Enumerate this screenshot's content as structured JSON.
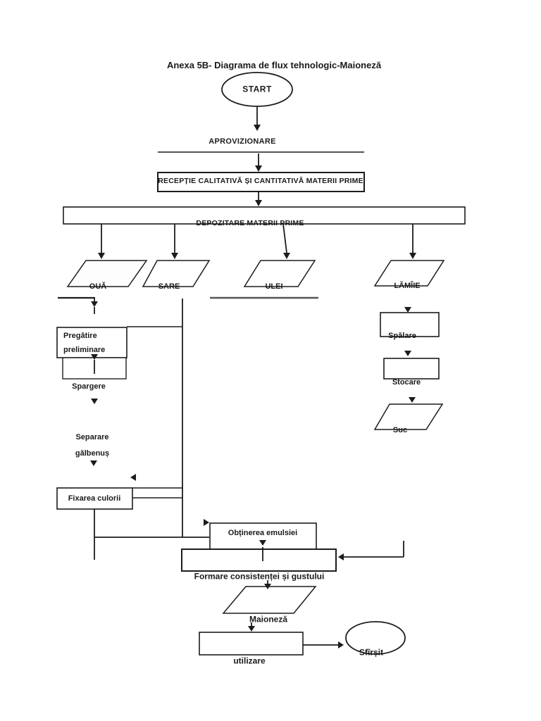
{
  "document": {
    "title": "Anexa 5B- Diagrama de flux tehnologic-Maioneză"
  },
  "flowchart": {
    "start": {
      "label": "START"
    },
    "aprovizionare": {
      "label": "APROVIZIONARE"
    },
    "receptie": {
      "label": "RECEPȚIE CALITATIVĂ ȘI CANTITATIVĂ MATERII PRIME"
    },
    "depozitare": {
      "label": "DEPOZITARE MATERII PRIME"
    },
    "materii_prime": {
      "oua": "OUĂ",
      "sare": "SARE",
      "ulei": "ULEI",
      "lamiie": "LĂMÎIE"
    },
    "oua_branch": {
      "pregatire_line1": "Pregătire",
      "pregatire_line2": "preliminare",
      "spargere": "Spargere",
      "separare_line1": "Separare",
      "separare_line2": "gălbenuș",
      "fixarea_culorii": "Fixarea culorii"
    },
    "lamiie_branch": {
      "spalare": "Spălare",
      "stocare": "Stocare",
      "suc": "Suc"
    },
    "final_steps": {
      "obtinerea_emulsiei": "Obținerea emulsiei",
      "formare": "Formare consistenței și gustului",
      "maioneza": "Maioneză",
      "utilizare": "utilizare",
      "sfarsit": "Sfîrșit"
    }
  },
  "colors": {
    "background": "#ffffff",
    "line": "#1c1c1c",
    "text": "#1a1a1a",
    "ulei_underline": "#555555"
  }
}
